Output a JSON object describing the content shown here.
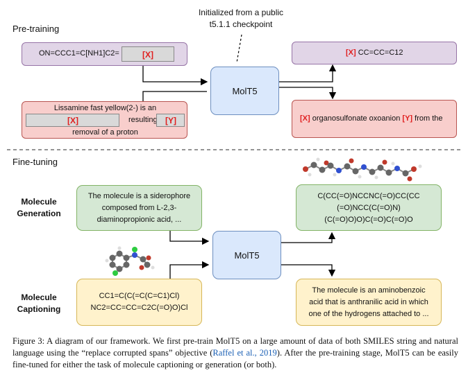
{
  "pretraining": {
    "section_label": "Pre-training",
    "init_note": [
      "Initialized from a public",
      "t5.1.1 checkpoint"
    ],
    "input_smiles_prefix": "ON=CCC1=C[NH1]C2=",
    "input_smiles_mask": "[X]",
    "output_smiles_mask": "[X]",
    "output_smiles_suffix": "CC=CC=C12",
    "input_text_line1": "Lissamine fast yellow(2-) is an",
    "input_text_mask_x": "[X]",
    "input_text_middle": "resulting",
    "input_text_mask_y": "[Y]",
    "input_text_line3": "removal of a proton",
    "output_text_mask_x": "[X]",
    "output_text_part1": "organosulfonate oxoanion",
    "output_text_mask_y": "[Y]",
    "output_text_part2": "from the",
    "model_label": "MolT5"
  },
  "finetuning": {
    "section_label": "Fine-tuning",
    "generation_label": [
      "Molecule",
      "Generation"
    ],
    "captioning_label": [
      "Molecule",
      "Captioning"
    ],
    "gen_input_text": [
      "The molecule is a siderophore",
      "composed from L-2,3-",
      "diaminopropionic acid, ..."
    ],
    "gen_output_smiles": [
      "C(CC(=O)NCCNC(=O)CC(CC",
      "(=O)NCC(C(=O)N)",
      "(C(=O)O)O)C(=O)C(=O)O"
    ],
    "cap_input_smiles": [
      "CC1=C(C(=C(C=C1)Cl)",
      "NC2=CC=CC=C2C(=O)O)Cl"
    ],
    "cap_output_text": [
      "The molecule is an aminobenzoic",
      "acid that is anthranilic acid in which",
      "one of the hydrogens attached to ..."
    ],
    "model_label": "MolT5"
  },
  "caption": {
    "part1": "Figure 3: A diagram of our framework. We first pre-train MolT5 on a large amount of data of both SMILES string and natural language using the “replace corrupted spans” objective (",
    "citation": "Raffel et al., 2019",
    "part2": "). After the pre-training stage, MolT5 can be easily fine-tuned for either the task of molecule captioning or generation (or both)."
  },
  "colors": {
    "purple_fill": "#e1d5e7",
    "red_fill": "#f8cecc",
    "blue_fill": "#dae8fc",
    "green_fill": "#d5e8d4",
    "yellow_fill": "#fff2cc",
    "mask_red": "#e02020",
    "citation_blue": "#1a5fb4"
  },
  "icons": [
    "molecule-3d-long-icon",
    "molecule-3d-small-icon"
  ]
}
